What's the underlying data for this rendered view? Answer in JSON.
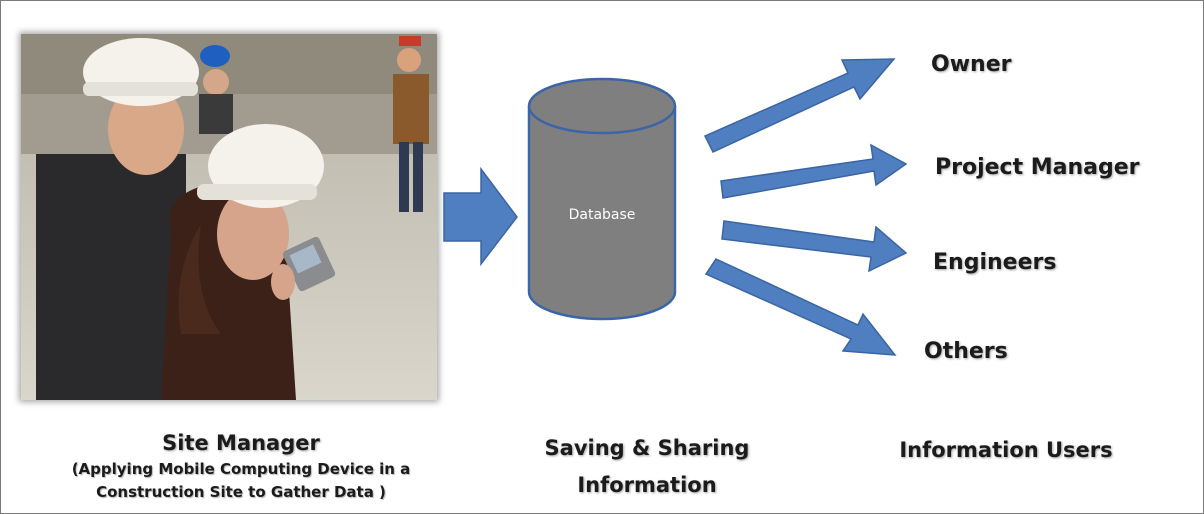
{
  "photo": {
    "subject": "site-manager-photo"
  },
  "database": {
    "label": "Database"
  },
  "users": [
    {
      "label": "Owner"
    },
    {
      "label": "Project Manager"
    },
    {
      "label": "Engineers"
    },
    {
      "label": "Others"
    }
  ],
  "captions": {
    "site_manager_title": "Site Manager",
    "site_manager_line1": "(Applying Mobile Computing Device in a",
    "site_manager_line2": "Construction Site to Gather Data )",
    "saving_line1": "Saving & Sharing",
    "saving_line2": "Information",
    "info_users": "Information Users"
  },
  "colors": {
    "arrow": "#4f7fc0",
    "arrow_stroke": "#3a65a3",
    "cylinder": "#7f7f7f",
    "cylinder_stroke": "#3c65a8"
  }
}
